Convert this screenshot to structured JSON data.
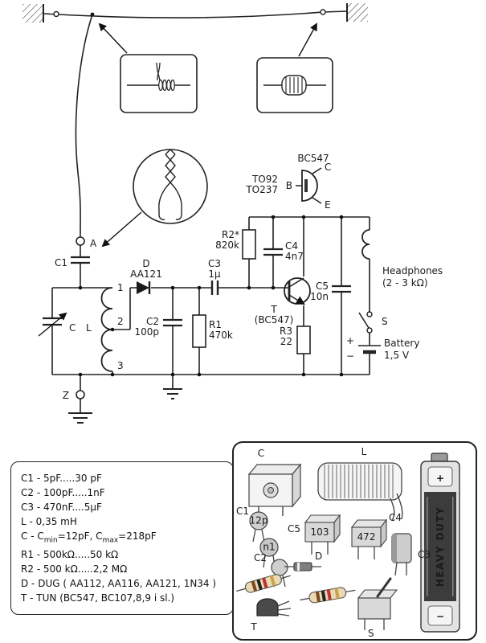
{
  "schematic": {
    "terminal_a": "A",
    "terminal_z": "Z",
    "c1": "C1",
    "c_var": "C",
    "coil": "L",
    "tap1": "1",
    "tap2": "2",
    "tap3": "3",
    "d_name": "D",
    "d_value": "AA121",
    "c2_name": "C2",
    "c2_value": "100p",
    "r1_name": "R1",
    "r1_value": "470k",
    "c3_name": "C3",
    "c3_value": "1μ",
    "r2_name": "R2*",
    "r2_value": "820k",
    "c4_name": "C4",
    "c4_value": "4n7",
    "t_name": "T",
    "t_value": "(BC547)",
    "r3_name": "R3",
    "r3_value": "22",
    "c5_name": "C5",
    "c5_value": "10n",
    "headphones_name": "Headphones",
    "headphones_value": "(2 - 3 kΩ)",
    "switch": "S",
    "battery_name": "Battery",
    "battery_value": "1,5 V",
    "battery_plus": "+",
    "battery_minus": "−"
  },
  "pinout": {
    "title": "BC547",
    "pkg1": "TO92",
    "pkg2": "TO237",
    "pin_b": "B",
    "pin_c": "C",
    "pin_e": "E"
  },
  "parts_list": {
    "lines": [
      "C1 - 5pF.....30 pF",
      "C2 - 100pF.....1nF",
      "C3 - 470nF....5μF",
      "L - 0,35 mH"
    ],
    "c_line": {
      "p1": "C - C",
      "s1": "min",
      "p2": "=12pF, C",
      "s2": "max",
      "p3": "=218pF"
    },
    "lines2": [
      "R1 - 500kΩ.....50 kΩ",
      "R2 - 500 kΩ.....2,2 MΩ",
      "D - DUG ( AA112, AA116, AA121, 1N34 )",
      "T - TUN (BC547, BC107,8,9 i sl.)"
    ]
  },
  "pictorial": {
    "c_label": "C",
    "l_label": "L",
    "c1_label": "C1",
    "c1_value": "12p",
    "n1_value": "n1",
    "c5_label": "C5",
    "c5_value": "103",
    "c4_label": "C4",
    "c4_value": "472",
    "c3_label": "C3",
    "c2_label": "C2",
    "d_label": "D",
    "t_label": "T",
    "s_label": "S",
    "battery_brand": "HEAVY DUTY",
    "battery_plus": "+",
    "battery_minus": "−"
  }
}
